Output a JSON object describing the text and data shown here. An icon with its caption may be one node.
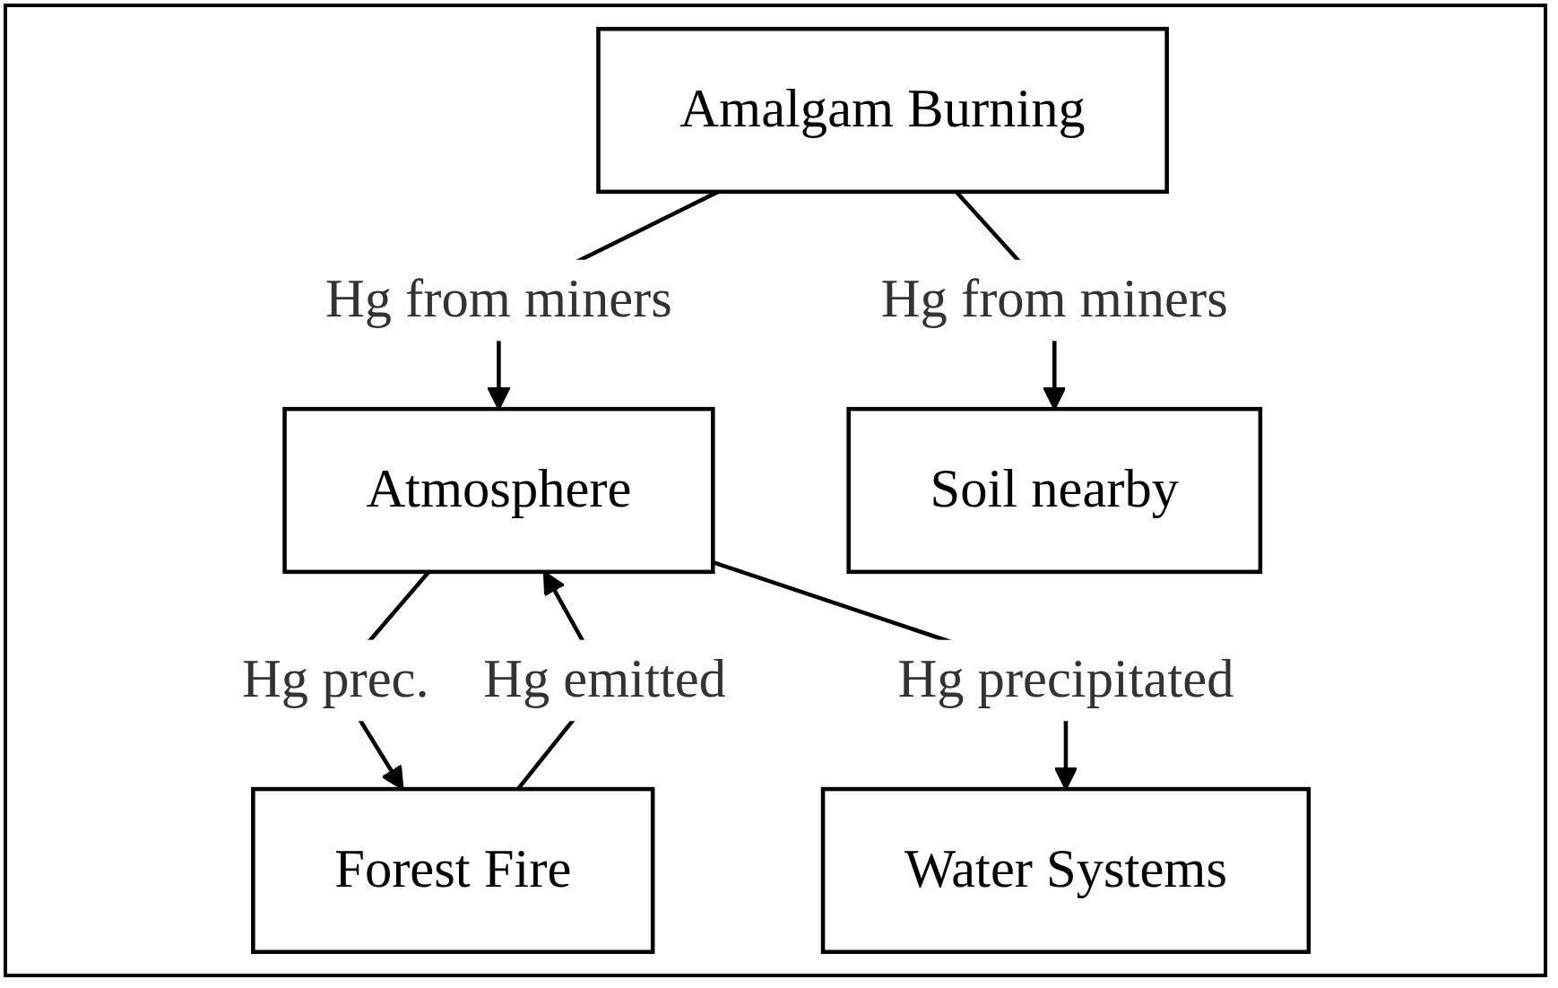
{
  "diagram": {
    "nodes": [
      {
        "text": [
          "Atmosphere"
        ]
      },
      {
        "text": [
          "Amalgam Burning"
        ]
      },
      {
        "text": [
          "Forest Fire"
        ]
      },
      {
        "text": [
          "Water Systems"
        ]
      },
      {
        "text": [
          "Soil nearby"
        ]
      }
    ],
    "edges": [
      {
        "from": 1,
        "to": 0,
        "arrow": "to",
        "label": "Hg from miners"
      },
      {
        "from": 0,
        "to": 2,
        "arrow": "to",
        "label": "Hg prec."
      },
      {
        "from": 2,
        "to": 0,
        "arrow": "to",
        "label": "Hg emitted"
      },
      {
        "from": 0,
        "to": 3,
        "arrow": "to",
        "label": "Hg precipitated"
      },
      {
        "from": 1,
        "to": 4,
        "arrow": "to",
        "label": "Hg from miners"
      }
    ]
  }
}
